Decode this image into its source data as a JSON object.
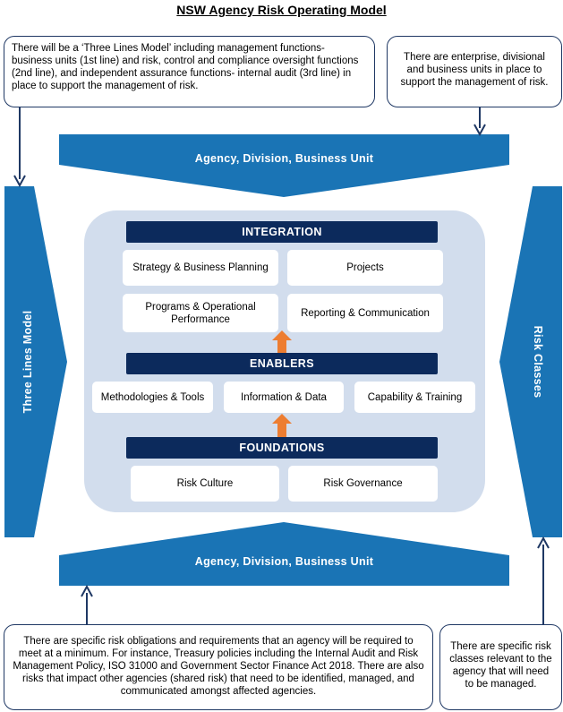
{
  "title": "NSW Agency Risk Operating Model",
  "callouts": {
    "top_left": "There will be a ‘Three Lines Model’ including management functions- business units (1st line) and risk, control and compliance oversight functions (2nd line), and independent assurance functions- internal audit (3rd line) in place to support the management of risk.",
    "top_right": "There are enterprise, divisional and business units in place to support the management of risk.",
    "bottom_left": "There are specific risk obligations and requirements that an agency will be required to meet at a minimum. For instance, Treasury policies including the Internal Audit and Risk Management Policy, ISO 31000 and Government Sector Finance Act 2018. There are also risks that impact other agencies (shared risk) that need to be identified, managed, and communicated amongst affected agencies.",
    "bottom_right": "There are specific risk classes relevant to the agency that will need to be managed."
  },
  "bands": {
    "top": "Agency, Division, Business Unit",
    "bottom": "Agency, Division, Business Unit",
    "left": "Three Lines Model",
    "right": "Risk Classes"
  },
  "integration": {
    "header": "INTEGRATION",
    "items": [
      "Strategy & Business Planning",
      "Projects",
      "Programs & Operational Performance",
      "Reporting & Communication"
    ]
  },
  "enablers": {
    "header": "ENABLERS",
    "items": [
      "Methodologies & Tools",
      "Information & Data",
      "Capability & Training"
    ]
  },
  "foundations": {
    "header": "FOUNDATIONS",
    "items": [
      "Risk Culture",
      "Risk Governance"
    ]
  },
  "colors": {
    "band_blue": "#1a74b5",
    "header_navy": "#0c2a5c",
    "panel": "#d2dded",
    "up_arrow": "#ed7d31",
    "connector": "#1f3864"
  }
}
